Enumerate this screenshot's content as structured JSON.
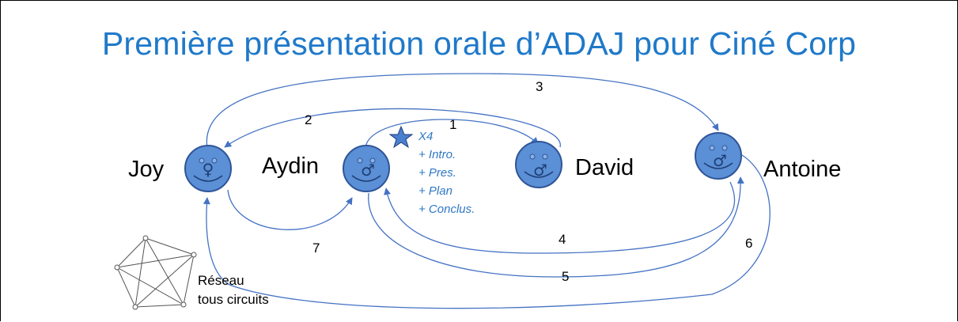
{
  "title": "Première présentation orale d’ADAJ pour Ciné Corp",
  "colors": {
    "title": "#1f79c9",
    "node_fill": "#5b8fd6",
    "node_stroke": "#2f5597",
    "arrow": "#4472c4",
    "note_text": "#2f78c4",
    "star_fill": "#4a7fd0"
  },
  "people": [
    {
      "name": "Joy",
      "symbol": "♀"
    },
    {
      "name": "Aydin",
      "symbol": "♂"
    },
    {
      "name": "David",
      "symbol": "♂"
    },
    {
      "name": "Antoine",
      "symbol": "♂"
    }
  ],
  "edges": [
    {
      "label": "1",
      "from": "Aydin",
      "to": "David"
    },
    {
      "label": "2",
      "from": "David",
      "to": "Joy"
    },
    {
      "label": "3",
      "from": "Joy",
      "to": "Antoine"
    },
    {
      "label": "4",
      "from": "Antoine",
      "to": "Aydin"
    },
    {
      "label": "5",
      "from": "Aydin",
      "to": "Antoine"
    },
    {
      "label": "6",
      "from": "Antoine",
      "to": "Joy"
    },
    {
      "label": "7",
      "from": "Joy",
      "to": "Aydin"
    }
  ],
  "aydin_note": {
    "star_icon": "star-icon",
    "lines": [
      "X4",
      "+ Intro.",
      "+ Pres.",
      "+ Plan",
      "+ Conclus."
    ]
  },
  "legend": {
    "icon": "complete-graph-icon",
    "lines": [
      "Réseau",
      "tous circuits"
    ]
  }
}
